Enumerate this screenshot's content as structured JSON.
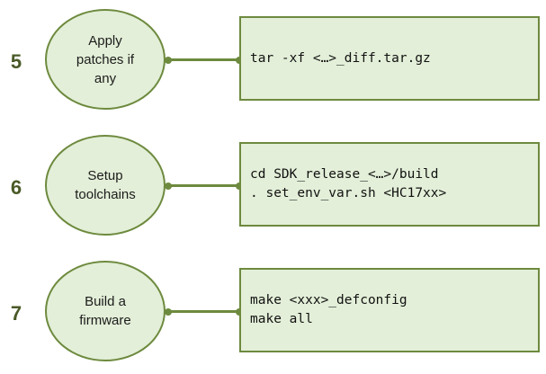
{
  "steps": [
    {
      "number": "5",
      "label": "Apply\npatches if\nany",
      "commands": [
        "tar -xf <…>_diff.tar.gz"
      ]
    },
    {
      "number": "6",
      "label": "Setup\ntoolchains",
      "commands": [
        "cd SDK_release_<…>/build",
        ". set_env_var.sh <HC17xx>"
      ]
    },
    {
      "number": "7",
      "label": "Build a\nfirmware",
      "commands": [
        "make <xxx>_defconfig",
        "make all"
      ]
    }
  ],
  "colors": {
    "fill": "#e3efd8",
    "stroke": "#6d8a3e",
    "number": "#4a5a27"
  }
}
